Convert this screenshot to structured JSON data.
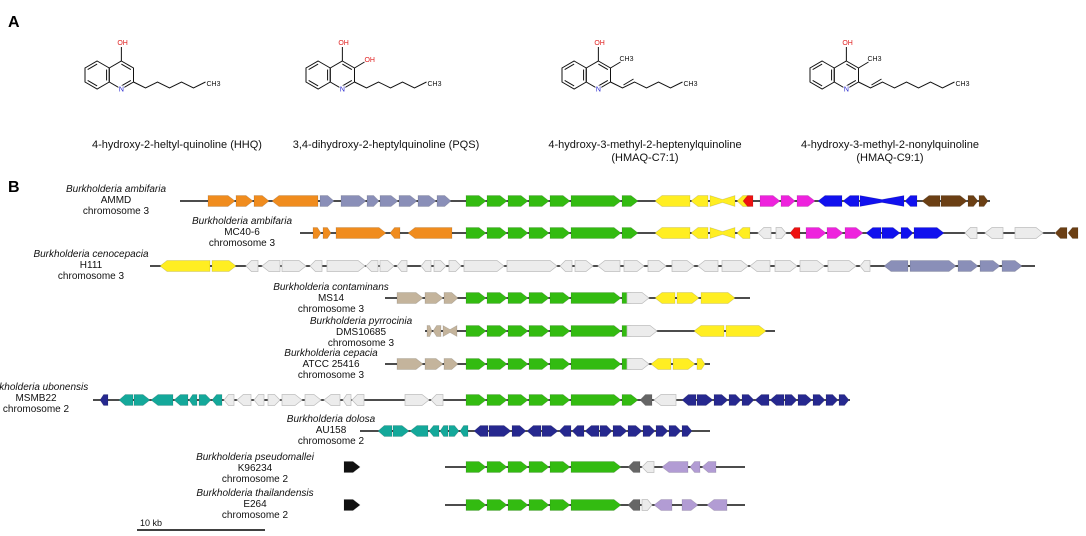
{
  "panel_a": {
    "letter": "A",
    "compounds": [
      {
        "name": "4-hydroxy-2-heltyl-quinoline (HHQ)",
        "name2": "",
        "atoms": {
          "oh4": "OH",
          "oh3": "",
          "me3": "",
          "n": "N",
          "ch3": "CH3"
        },
        "tail": "saturated"
      },
      {
        "name": "3,4-dihydroxy-2-heptylquinoline (PQS)",
        "name2": "",
        "atoms": {
          "oh4": "OH",
          "oh3": "OH",
          "me3": "",
          "n": "N",
          "ch3": "CH3"
        },
        "tail": "saturated"
      },
      {
        "name": "4-hydroxy-3-methyl-2-heptenylquinoline",
        "name2": "(HMAQ-C7:1)",
        "atoms": {
          "oh4": "OH",
          "oh3": "",
          "me3": "CH3",
          "n": "N",
          "ch3": "CH3"
        },
        "tail": "unsaturated-c7"
      },
      {
        "name": "4-hydroxy-3-methyl-2-nonylquinoline",
        "name2": "(HMAQ-C9:1)",
        "atoms": {
          "oh4": "OH",
          "oh3": "",
          "me3": "CH3",
          "n": "N",
          "ch3": "CH3"
        },
        "tail": "unsaturated-c9"
      }
    ]
  },
  "panel_b": {
    "letter": "B",
    "scale_label": "10 kb",
    "colors": {
      "orange": "#f08c1e",
      "slate": "#8a8fb8",
      "green": "#33bb11",
      "yellow": "#ffee22",
      "red": "#ee1111",
      "magenta": "#ee22dd",
      "blue": "#1111ee",
      "brown": "#6b3f14",
      "lightgray": "#ececec",
      "tan": "#c4b49c",
      "teal": "#14a89a",
      "navy": "#26288f",
      "black": "#111111",
      "lavender": "#b29cd4",
      "darkgray": "#666666"
    },
    "clusters": [
      {
        "species": "Burkholderia ambifaria",
        "strain": "AMMD",
        "replicon": "chromosome 3"
      },
      {
        "species": "Burkholderia ambifaria",
        "strain": "MC40-6",
        "replicon": "chromosome 3"
      },
      {
        "species": "Burkholderia cenocepacia",
        "strain": "H111",
        "replicon": "chromosome 3"
      },
      {
        "species": "Burkholderia contaminans",
        "strain": "MS14",
        "replicon": "chromosome 3"
      },
      {
        "species": "Burkholderia pyrrocinia",
        "strain": "DMS10685",
        "replicon": "chromosome 3"
      },
      {
        "species": "Burkholderia cepacia",
        "strain": "ATCC 25416",
        "replicon": "chromosome 3"
      },
      {
        "species": "Burkholderia ubonensis",
        "strain": "MSMB22",
        "replicon": "chromosome 2"
      },
      {
        "species": "Burkholderia dolosa",
        "strain": "AU158",
        "replicon": "chromosome 2"
      },
      {
        "species": "Burkholderia pseudomallei",
        "strain": "K96234",
        "replicon": "chromosome 2"
      },
      {
        "species": "Burkholderia thailandensis",
        "strain": "E264",
        "replicon": "chromosome 2"
      }
    ]
  }
}
